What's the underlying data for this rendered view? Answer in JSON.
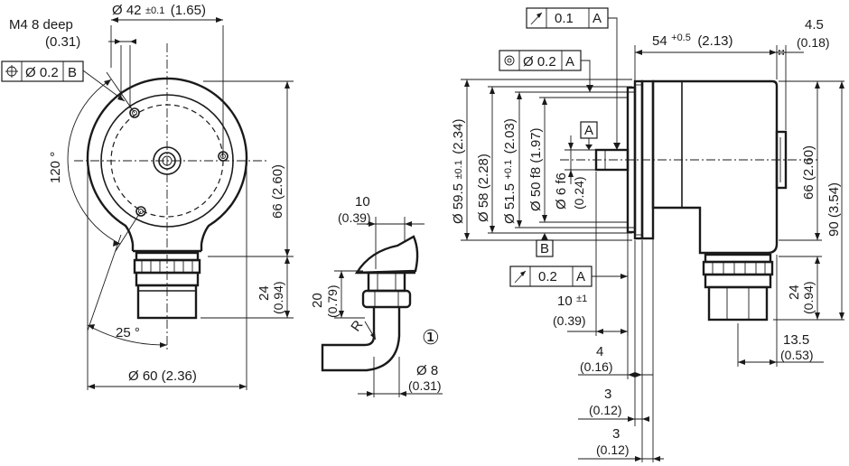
{
  "front": {
    "thread": "M4 8 deep",
    "thread_in": "(0.31)",
    "pos_sym": "⌖",
    "pos_val": "Ø 0.2",
    "pos_ref": "B",
    "bolt_dia": "Ø 42",
    "bolt_tol": "±0.1",
    "bolt_in": "(1.65)",
    "angle120": "120 °",
    "height66": "66 (2.60)",
    "height24": "24",
    "height24_in": "(0.94)",
    "angle25": "25 °",
    "width60": "Ø 60 (2.36)"
  },
  "cable": {
    "w10": "10",
    "w10_in": "(0.39)",
    "h20": "20",
    "h20_in": "(0.79)",
    "radius": "R",
    "callout": "①",
    "d8": "Ø 8",
    "d8_in": "(0.31)"
  },
  "side": {
    "runout1_sym": "↗",
    "runout1_val": "0.1",
    "runout1_ref": "A",
    "conc_sym": "◎",
    "conc_val": "Ø 0.2",
    "conc_ref": "A",
    "len54": "54",
    "len54_tol": "+0.5",
    "len54_in": "(2.13)",
    "w45": "4.5",
    "w45_in": "(0.18)",
    "d595": "Ø 59.5",
    "d595_tol": "±0.1",
    "d595_in": "(2.34)",
    "d58": "Ø 58 (2.28)",
    "d515": "Ø 51.5",
    "d515_tol": "+0.1",
    "d515_in": "(2.03)",
    "d50": "Ø 50 f8 (1.97)",
    "d6": "Ø 6 f6",
    "d6_in": "(0.24)",
    "datumA": "A",
    "datumB": "B",
    "runout2_sym": "↗",
    "runout2_val": "0.2",
    "runout2_ref": "A",
    "h66": "66 (2.60)",
    "h90": "90 (3.54)",
    "h24": "24",
    "h24_in": "(0.94)",
    "w135": "13.5",
    "w135_in": "(0.53)",
    "w10": "10",
    "w10_tol": "±1",
    "w10_in": "(0.39)",
    "w4": "4",
    "w4_in": "(0.16)",
    "w3a": "3",
    "w3a_in": "(0.12)",
    "w3b": "3",
    "w3b_in": "(0.12)"
  }
}
